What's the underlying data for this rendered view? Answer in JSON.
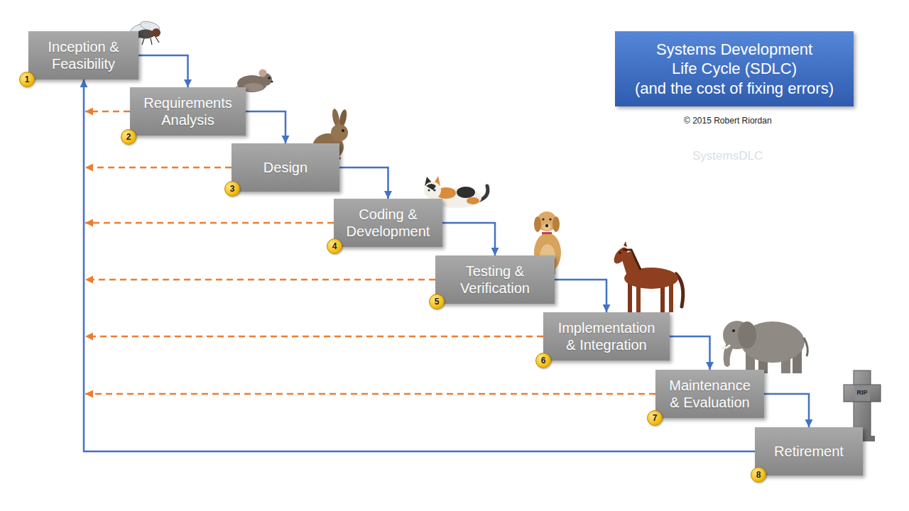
{
  "diagram": {
    "nodes": [
      {
        "text": [
          "Inception & Feasibility"
        ]
      },
      {
        "text": [
          "Requirements Analysis"
        ]
      },
      {
        "text": [
          "Design"
        ]
      },
      {
        "text": [
          "Coding & Development"
        ]
      },
      {
        "text": [
          "Testing & Verification"
        ]
      },
      {
        "text": [
          "Implementation & Integration"
        ]
      },
      {
        "text": [
          "Maintenance & Evaluation"
        ]
      },
      {
        "text": [
          "Retirement"
        ]
      },
      {
        "text": [
          "Systems Development Life Cycle (SDLC)",
          "(and the cost of fixing errors)"
        ]
      }
    ],
    "edges": [
      {
        "from": 0,
        "to": 1,
        "arrow": "to"
      },
      {
        "from": 1,
        "to": 2,
        "arrow": "to"
      },
      {
        "from": 2,
        "to": 3,
        "arrow": "to"
      },
      {
        "from": 3,
        "to": 4,
        "arrow": "to"
      },
      {
        "from": 4,
        "to": 5,
        "arrow": "to"
      },
      {
        "from": 5,
        "to": 6,
        "arrow": "to"
      },
      {
        "from": 6,
        "to": 7,
        "arrow": "to"
      },
      {
        "from": 7,
        "to": 0,
        "arrow": "to"
      },
      {
        "from": 1,
        "to": 0,
        "arrow": "to"
      },
      {
        "from": 2,
        "to": 0,
        "arrow": "to"
      },
      {
        "from": 3,
        "to": 0,
        "arrow": "to"
      },
      {
        "from": 4,
        "to": 0,
        "arrow": "to"
      },
      {
        "from": 5,
        "to": 0,
        "arrow": "to"
      },
      {
        "from": 6,
        "to": 0,
        "arrow": "to"
      }
    ],
    "labels": [
      "1",
      "2",
      "3",
      "4",
      "5",
      "6",
      "7",
      "8",
      "© 2015 Robert Riordan",
      "SystemsDLC",
      "RIP"
    ]
  }
}
